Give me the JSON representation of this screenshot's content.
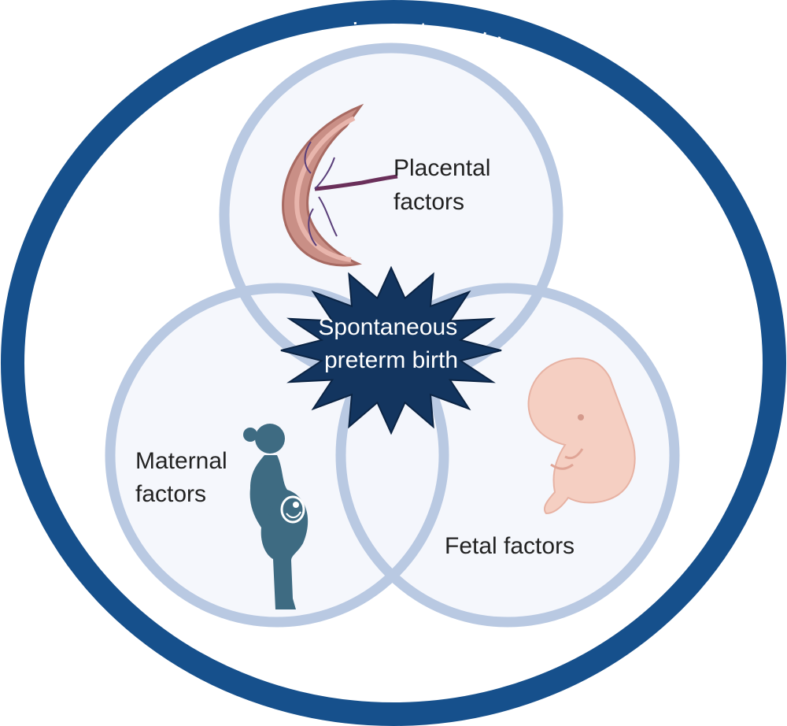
{
  "outer_label": "Iatrogenic preterm birth",
  "center_label": [
    "Spontaneous",
    "preterm birth"
  ],
  "placental": {
    "label": [
      "Placental",
      "factors"
    ],
    "icon": "placenta-icon"
  },
  "maternal": {
    "label": [
      "Maternal",
      "factors"
    ],
    "icon": "pregnant-woman-icon"
  },
  "fetal": {
    "label": [
      "Fetal factors"
    ],
    "icon": "fetus-icon"
  },
  "colors": {
    "outer_ring": "#16508c",
    "circle_stroke": "#b9c9e2",
    "circle_fill": "#f3f6fc",
    "starburst": "#13355f",
    "text": "#222222",
    "woman": "#3e6b82",
    "placenta": "#c98f86",
    "fetus": "#f5cfc2"
  }
}
